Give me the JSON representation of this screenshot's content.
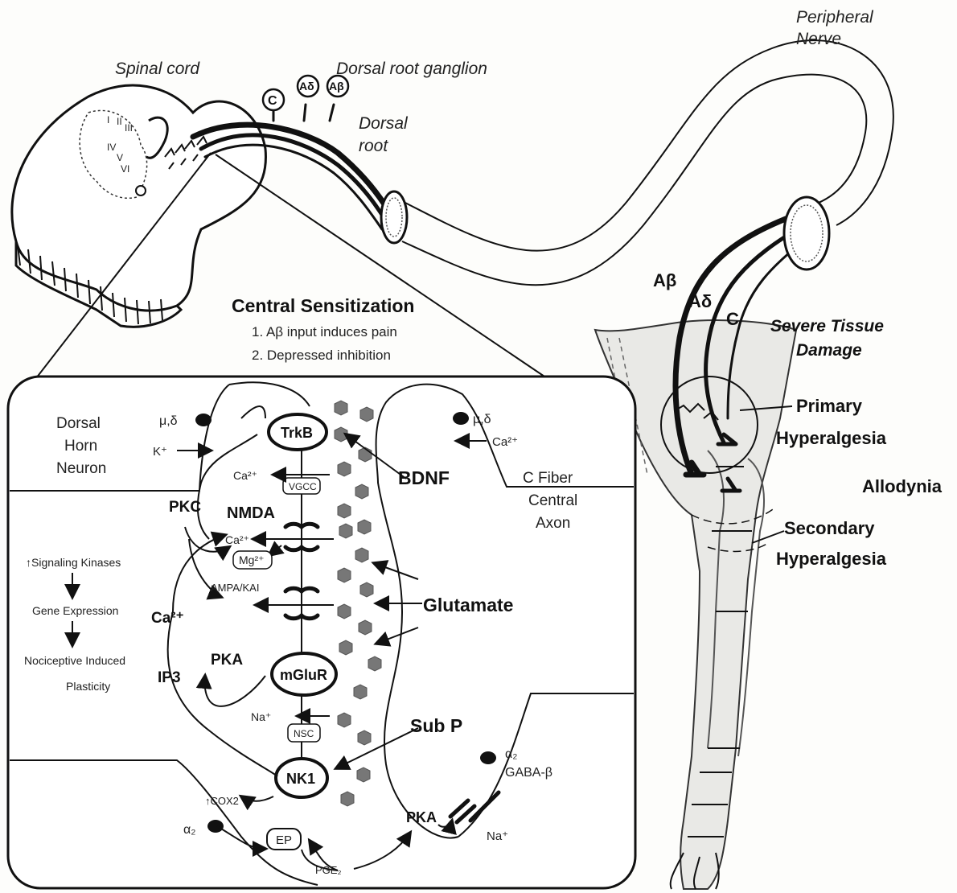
{
  "labels": {
    "spinal_cord": "Spinal cord",
    "dorsal_root_ganglion": "Dorsal root ganglion",
    "dorsal_root_l1": "Dorsal",
    "dorsal_root_l2": "root",
    "peripheral_nerve_l1": "Peripheral",
    "peripheral_nerve_l2": "Nerve",
    "fiber_c": "C",
    "fiber_ad": "Aδ",
    "fiber_ab": "Aβ",
    "laminae": [
      "I",
      "II",
      "III",
      "IV",
      "V",
      "VI"
    ]
  },
  "central_sensitization": {
    "title": "Central Sensitization",
    "line1": "1. Aβ input induces pain",
    "line2": "2. Depressed inhibition"
  },
  "leg": {
    "ab": "Aβ",
    "ad": "Aδ",
    "c": "C",
    "severe_l1": "Severe Tissue",
    "severe_l2": "Damage",
    "primary_l1": "Primary",
    "primary_l2": "Hyperalgesia",
    "allodynia": "Allodynia",
    "secondary_l1": "Secondary",
    "secondary_l2": "Hyperalgesia"
  },
  "inset": {
    "dorsal_horn_l1": "Dorsal",
    "dorsal_horn_l2": "Horn",
    "dorsal_horn_l3": "Neuron",
    "c_fiber_l1": "C Fiber",
    "c_fiber_l2": "Central",
    "c_fiber_l3": "Axon",
    "mu_delta_left": "μ,δ",
    "mu_delta_right": "μ,δ",
    "k_plus": "K⁺",
    "ca_right": "Ca²⁺",
    "trkb": "TrkB",
    "bdnf": "BDNF",
    "ca_vgcc": "Ca²⁺",
    "vgcc": "VGCC",
    "pkc": "PKC",
    "nmda": "NMDA",
    "ca_nmda": "Ca²⁺",
    "mg": "Mg²⁺",
    "ampa": "AMPA/KAI",
    "glutamate": "Glutamate",
    "signaling": "↑Signaling Kinases",
    "gene_expression": "Gene Expression",
    "nociceptive_l1": "Nociceptive Induced",
    "nociceptive_l2": "Plasticity",
    "ca_left": "Ca²⁺",
    "ip3": "IP3",
    "pka_left": "PKA",
    "mglur": "mGluR",
    "na_nsc": "Na⁺",
    "nsc": "NSC",
    "sub_p": "Sub P",
    "nk1": "NK1",
    "alpha2_right": "α₂",
    "gaba_b": "GABA-β",
    "cox2": "↑COX2",
    "alpha2_left": "α₂",
    "ep": "EP",
    "pge2": "PGE₂",
    "pka_right": "PKA",
    "na_right": "Na⁺"
  }
}
